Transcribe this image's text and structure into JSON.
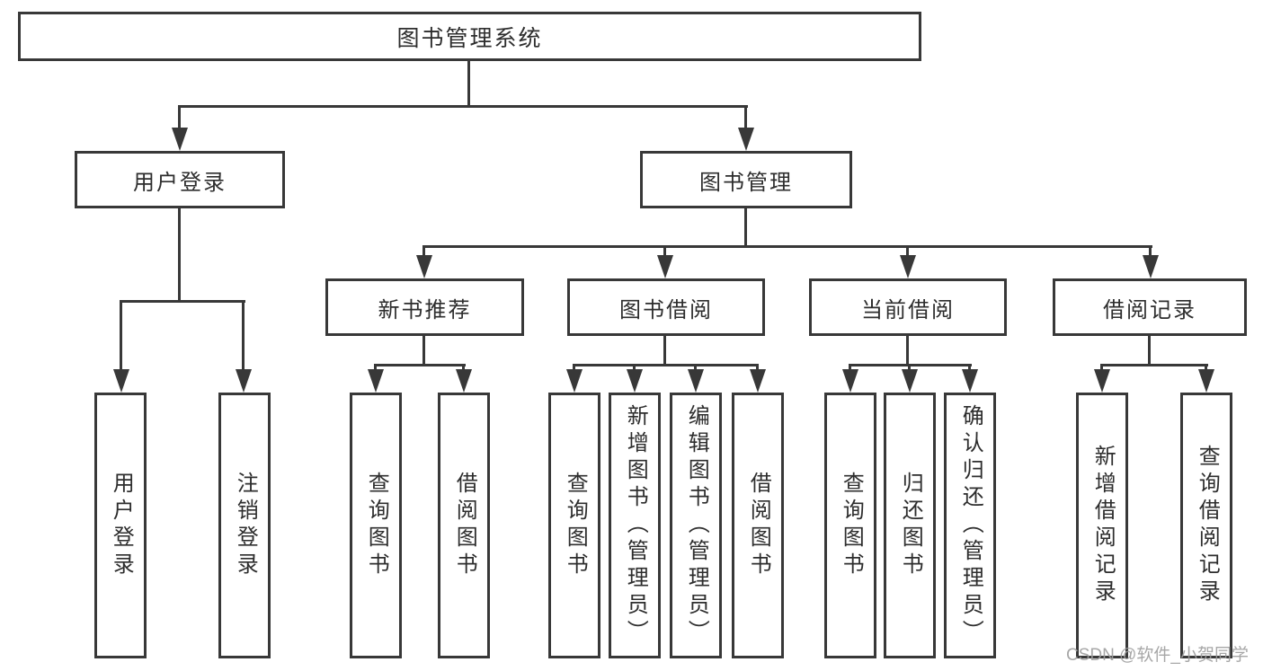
{
  "diagram": {
    "root": "图书管理系统",
    "login_branch": {
      "label": "用户登录",
      "children": [
        "用户登录",
        "注销登录"
      ]
    },
    "mgmt_branch": {
      "label": "图书管理",
      "groups": [
        {
          "label": "新书推荐",
          "children": [
            "查询图书",
            "借阅图书"
          ]
        },
        {
          "label": "图书借阅",
          "children": [
            "查询图书",
            "新增图书（管理员）",
            "编辑图书（管理员）",
            "借阅图书"
          ]
        },
        {
          "label": "当前借阅",
          "children": [
            "查询图书",
            "归还图书",
            "确认归还（管理员）"
          ]
        },
        {
          "label": "借阅记录",
          "children": [
            "新增借阅记录",
            "查询借阅记录"
          ]
        }
      ]
    }
  },
  "watermark": "CSDN @软件_小贺同学",
  "colors": {
    "line": "#383838",
    "text": "#2d2d2d",
    "watermark": "#9e9e9e",
    "background": "#ffffff"
  }
}
